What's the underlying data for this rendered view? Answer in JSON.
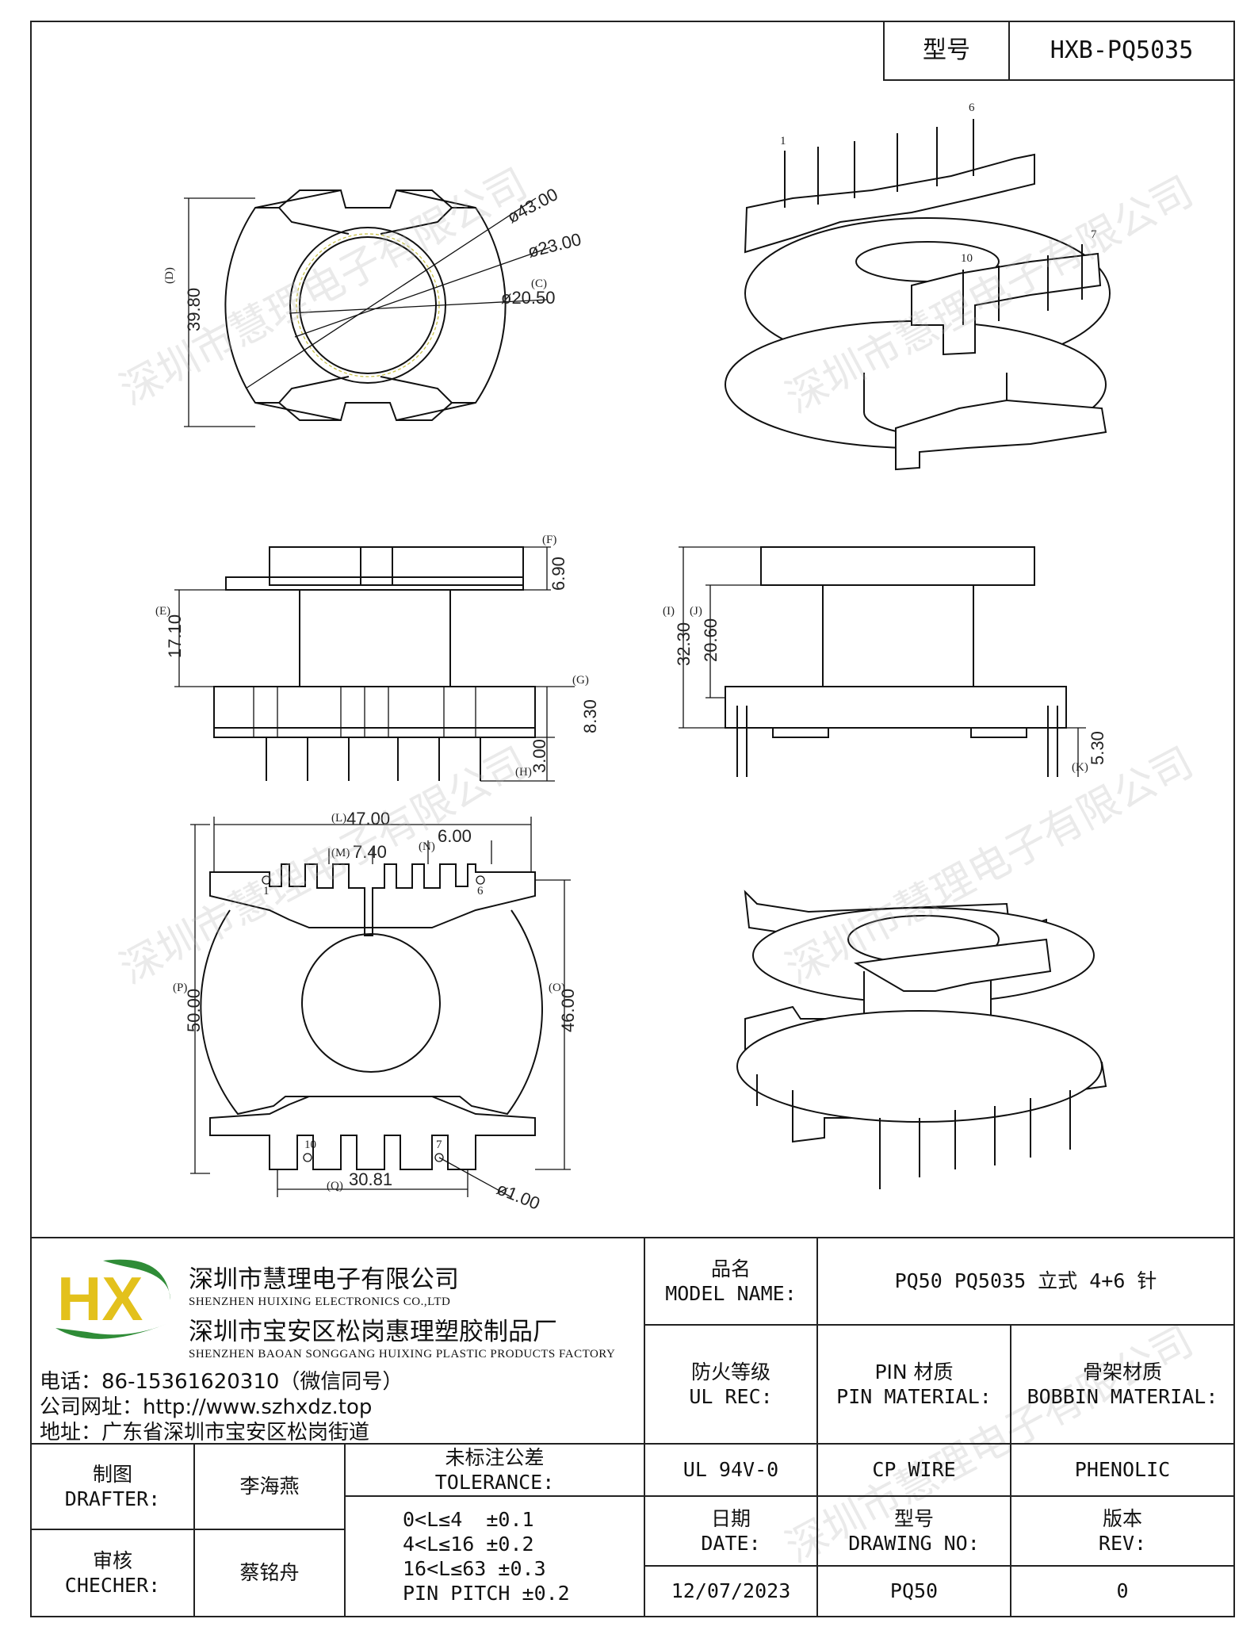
{
  "header": {
    "model_label": "型号",
    "model_value": "HXB-PQ5035"
  },
  "drawing": {
    "top_view": {
      "d_letter": "(D)",
      "d_value": "39.80",
      "a_value": "ø43.00",
      "b_value": "ø23.00",
      "c_letter": "(C)",
      "c_value": "ø20.50"
    },
    "iso_top": {
      "pin_1": "1",
      "pin_6": "6",
      "pin_7": "7",
      "pin_10": "10"
    },
    "front_view": {
      "f_letter": "(F)",
      "f_value": "6.90",
      "e_letter": "(E)",
      "e_value": "17.10",
      "g_letter": "(G)",
      "g_value": "8.30",
      "h_letter": "(H)",
      "h_value": "3.00"
    },
    "side_view": {
      "i_letter": "(I)",
      "i_value": "32.30",
      "j_letter": "(J)",
      "j_value": "20.60",
      "k_letter": "(K)",
      "k_value": "5.30"
    },
    "bottom_view": {
      "l_letter": "(L)",
      "l_value": "47.00",
      "m_letter": "(M)",
      "m_value": "7.40",
      "n_letter": "(N)",
      "n_value": "6.00",
      "p_letter": "(P)",
      "p_value": "50.00",
      "o_letter": "(O)",
      "o_value": "46.00",
      "q_letter": "(Q)",
      "q_value": "30.81",
      "r_value": "ø1.00",
      "pin_1": "1",
      "pin_6": "6",
      "pin_7": "7",
      "pin_10": "10"
    }
  },
  "watermark": "深圳市慧理电子有限公司",
  "logo": {
    "text": "HX"
  },
  "company": {
    "name_cn": "深圳市慧理电子有限公司",
    "name_en": "SHENZHEN HUIXING ELECTRONICS CO.,LTD",
    "factory_cn": "深圳市宝安区松岗惠理塑胶制品厂",
    "factory_en": "SHENZHEN BAOAN SONGGANG HUIXING PLASTIC PRODUCTS FACTORY",
    "phone": "电话：86-15361620310（微信同号）",
    "website": "公司网址：http://www.szhxdz.top",
    "address": "地址：广东省深圳市宝安区松岗街道"
  },
  "title_block": {
    "model_name_cn": "品名",
    "model_name_en": "MODEL NAME:",
    "model_name_value": "PQ50 PQ5035 立式 4+6 针",
    "ul_cn": "防火等级",
    "ul_en": "UL REC:",
    "ul_value": "UL 94V-0",
    "pin_cn": "PIN 材质",
    "pin_en": "PIN MATERIAL:",
    "pin_value": "CP WIRE",
    "bobbin_cn": "骨架材质",
    "bobbin_en": "BOBBIN MATERIAL:",
    "bobbin_value": "PHENOLIC",
    "drafter_cn": "制图",
    "drafter_en": "DRAFTER:",
    "drafter_value": "李海燕",
    "checker_cn": "审核",
    "checker_en": "CHECHER:",
    "checker_value": "蔡铭舟",
    "tolerance_cn": "未标注公差",
    "tolerance_en": "TOLERANCE:",
    "tolerance_lines": [
      "0<L≤4  ±0.1",
      "4<L≤16 ±0.2",
      "16<L≤63 ±0.3",
      "PIN PITCH ±0.2"
    ],
    "date_cn": "日期",
    "date_en": "DATE:",
    "date_value": "12/07/2023",
    "drawing_no_cn": "型号",
    "drawing_no_en": "DRAWING NO:",
    "drawing_no_value": "PQ50",
    "rev_cn": "版本",
    "rev_en": "REV:",
    "rev_value": "0"
  }
}
